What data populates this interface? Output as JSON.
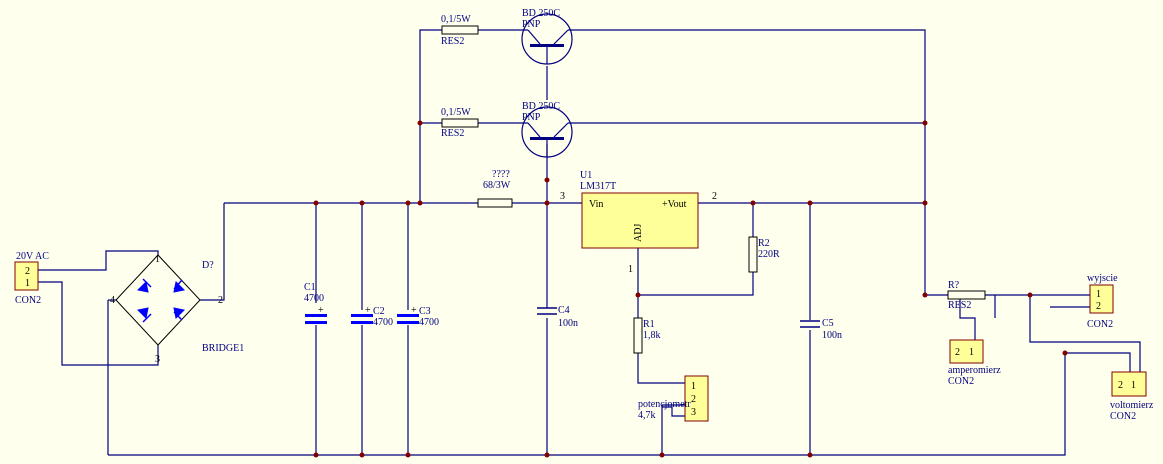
{
  "input_connector": {
    "value": "20V AC",
    "pin1": "1",
    "pin2": "2",
    "type": "CON2"
  },
  "bridge": {
    "designator": "D?",
    "name": "BRIDGE1",
    "pin1": "1",
    "pin2": "2",
    "pin3": "3",
    "pin4": "4"
  },
  "capacitors": {
    "c1": {
      "designator": "C1",
      "value": "4700"
    },
    "c2": {
      "designator": "C2",
      "value": "4700"
    },
    "c3": {
      "designator": "C3",
      "value": "4700"
    },
    "c4": {
      "designator": "C4",
      "value": "100n"
    },
    "c5": {
      "designator": "C5",
      "value": "100n"
    }
  },
  "transistors": [
    {
      "part": "BD 250C",
      "type": "PNP",
      "resistor_value": "0,1/5W",
      "resistor_type": "RES2"
    },
    {
      "part": "BD 250C",
      "type": "PNP",
      "resistor_value": "0,1/5W",
      "resistor_type": "RES2"
    }
  ],
  "series_resistor": {
    "designator": "????",
    "value": "68/3W"
  },
  "regulator": {
    "designator": "U1",
    "part": "LM317T",
    "vin": "Vin",
    "vout": "+Vout",
    "adj": "ADJ",
    "pin_in": "3",
    "pin_out": "2",
    "pin_adj": "1"
  },
  "r2": {
    "designator": "R2",
    "value": "220R"
  },
  "r1": {
    "designator": "R1",
    "value": "1,8k"
  },
  "potentiometer": {
    "name": "potencjometr",
    "value": "4,7k",
    "pin1": "1",
    "pin2": "2",
    "pin3": "3"
  },
  "shunt": {
    "designator": "R?",
    "type": "RES2"
  },
  "output_connector": {
    "name": "wyjscie",
    "type": "CON2",
    "pin1": "1",
    "pin2": "2"
  },
  "ammeter": {
    "name": "amperomierz",
    "type": "CON2",
    "pin1": "1",
    "pin2": "2"
  },
  "voltmeter": {
    "name": "voltomierz",
    "type": "CON2",
    "pin1": "1",
    "pin2": "2"
  }
}
